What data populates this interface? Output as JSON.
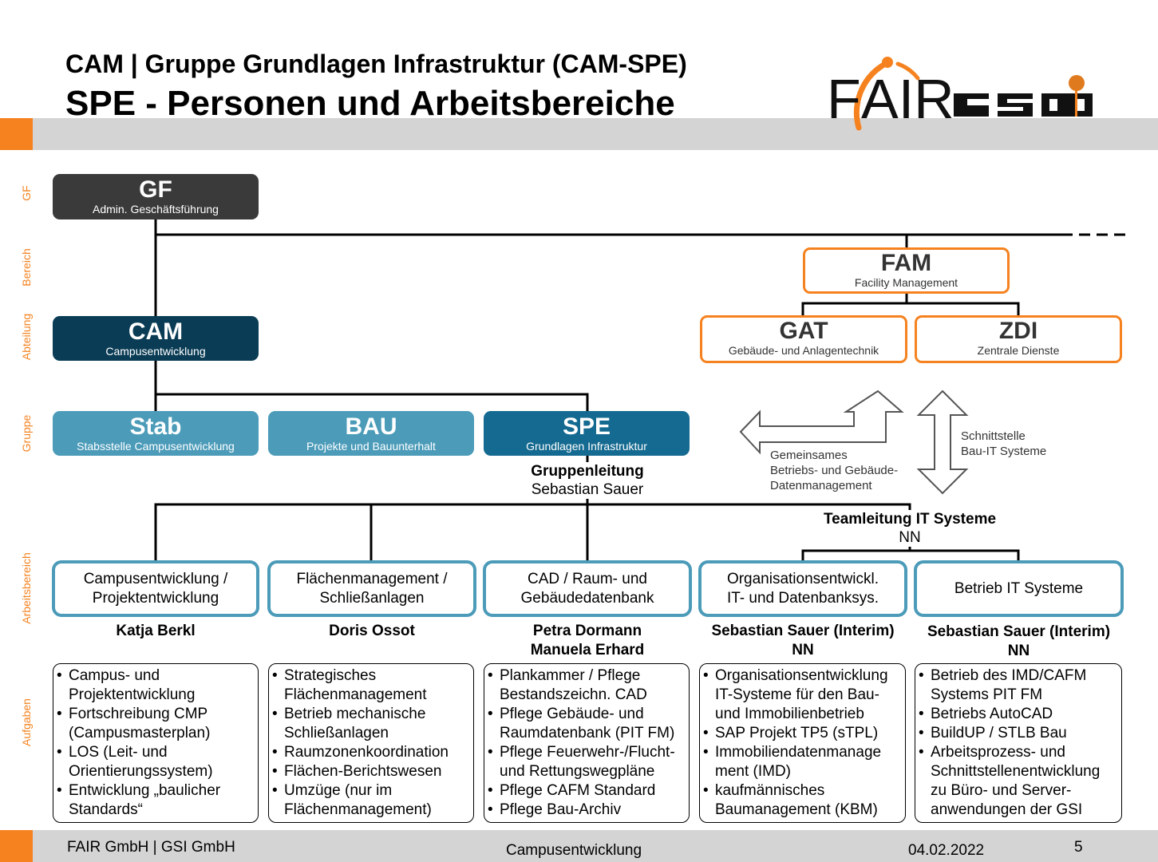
{
  "header": {
    "title_line1": "CAM | Gruppe Grundlagen Infrastruktur (CAM-SPE)",
    "title_line2": "SPE - Personen und Arbeitsbereiche",
    "logos": [
      "FAIR",
      "GSI"
    ],
    "colors": {
      "accent": "#f5821f",
      "bar": "#d4d4d4"
    }
  },
  "levels": [
    "GF",
    "Bereich",
    "Abteilung",
    "Gruppe",
    "Arbeitsbereich",
    "Aufgaben"
  ],
  "units": {
    "gf": {
      "abbr": "GF",
      "name": "Admin. Geschäftsführung",
      "color": "#3a3a3a"
    },
    "cam": {
      "abbr": "CAM",
      "name": "Campusentwicklung",
      "color": "#0a3c55"
    },
    "stab": {
      "abbr": "Stab",
      "name": "Stabsstelle Campusentwicklung",
      "color": "#4b9bb9"
    },
    "bau": {
      "abbr": "BAU",
      "name": "Projekte und Bauunterhalt",
      "color": "#4b9bb9"
    },
    "spe": {
      "abbr": "SPE",
      "name": "Grundlagen Infrastruktur",
      "color": "#146a90"
    },
    "fam": {
      "abbr": "FAM",
      "name": "Facility Management",
      "color": "#f5821f"
    },
    "gat": {
      "abbr": "GAT",
      "name": "Gebäude- und Anlagentechnik",
      "color": "#f5821f"
    },
    "zdi": {
      "abbr": "ZDI",
      "name": "Zentrale Dienste",
      "color": "#f5821f"
    }
  },
  "group_lead": {
    "role": "Gruppenleitung",
    "name": "Sebastian Sauer"
  },
  "team_lead": {
    "role": "Teamleitung IT Systeme",
    "name": "NN"
  },
  "interfaces": {
    "shared": [
      "Gemeinsames",
      "Betriebs- und Gebäude-",
      "Datenmanagement"
    ],
    "bau_it": [
      "Schnittstelle",
      "Bau-IT Systeme"
    ]
  },
  "work_areas": [
    {
      "title": [
        "Campusentwicklung /",
        "Projektentwicklung"
      ],
      "persons": [
        "Katja Berkl"
      ],
      "tasks": [
        "Campus- und Projektentwicklung",
        "Fortschreibung CMP (Campusmasterplan)",
        "LOS (Leit- und Orientierungssystem)",
        "Entwicklung „baulicher Standards“"
      ]
    },
    {
      "title": [
        "Flächenmanagement /",
        "Schließanlagen"
      ],
      "persons": [
        "Doris Ossot"
      ],
      "tasks": [
        "Strategisches Flächenmanagement",
        "Betrieb mechanische Schließanlagen",
        "Raumzonenkoordination",
        "Flächen-Berichtswesen",
        "Umzüge (nur im Flächenmanagement)"
      ]
    },
    {
      "title": [
        "CAD / Raum- und",
        "Gebäudedatenbank"
      ],
      "persons": [
        "Petra Dormann",
        "Manuela Erhard"
      ],
      "tasks": [
        "Plankammer / Pflege Bestandszeichn. CAD",
        "Pflege Gebäude- und Raumdatenbank (PIT FM)",
        "Pflege Feuerwehr-/Flucht- und Rettungswegpläne",
        "Pflege CAFM Standard",
        "Pflege Bau-Archiv"
      ]
    },
    {
      "title": [
        "Organisationsentwickl.",
        "IT- und Datenbanksys."
      ],
      "persons": [
        "Sebastian Sauer (Interim)",
        "NN"
      ],
      "tasks": [
        "Organisationsentwicklung IT-Systeme für den Bau- und Immobilienbetrieb",
        "SAP Projekt TP5 (sTPL)",
        "Immobiliendatenmanage ment (IMD)",
        "kaufmännisches Baumanagement (KBM)"
      ]
    },
    {
      "title": [
        "Betrieb IT Systeme"
      ],
      "persons": [
        "Sebastian Sauer (Interim)",
        "NN"
      ],
      "tasks": [
        "Betrieb des IMD/CAFM Systems PIT FM",
        "Betriebs AutoCAD",
        "BuildUP / STLB Bau",
        "Arbeitsprozess- und Schnittstellenentwicklung zu Büro- und Server-anwendungen der GSI"
      ]
    }
  ],
  "footer": {
    "company": "FAIR GmbH | GSI GmbH",
    "department": "Campusentwicklung",
    "date": "04.02.2022",
    "page": "5"
  }
}
